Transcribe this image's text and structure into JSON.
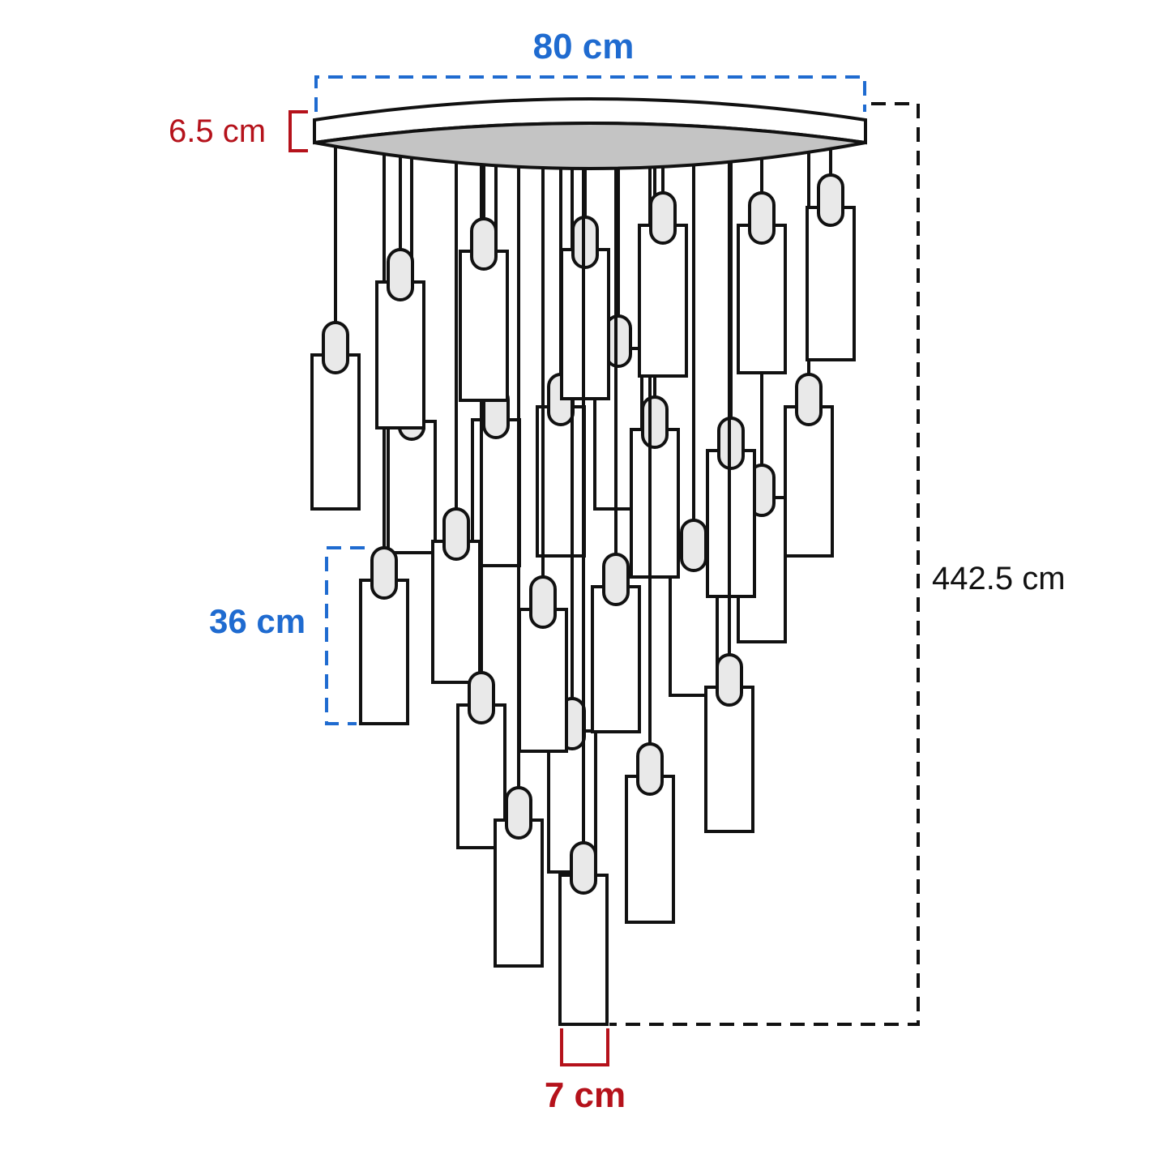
{
  "colors": {
    "blue": "#1f6bd0",
    "red": "#b5121b",
    "black": "#111111",
    "canopy_fill": "#c4c4c4"
  },
  "dimensions": {
    "canopy_width": "80 cm",
    "canopy_thickness": "6.5 cm",
    "pendant_length": "36 cm",
    "total_height": "442.5 cm",
    "pendant_diameter": "7 cm"
  }
}
